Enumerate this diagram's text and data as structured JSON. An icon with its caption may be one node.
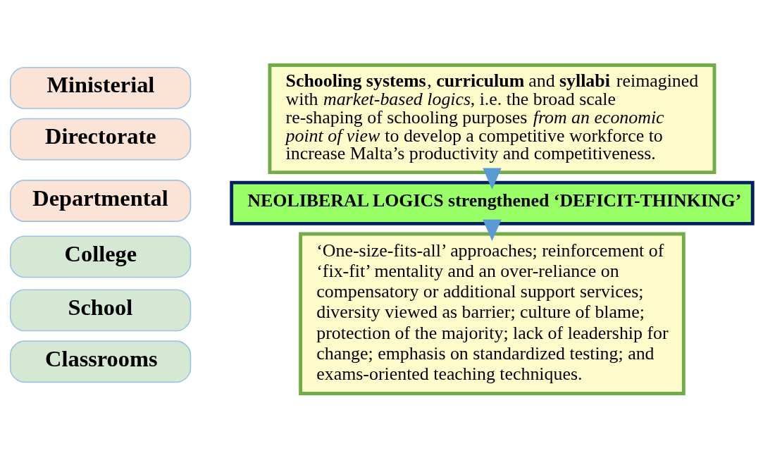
{
  "diagram": {
    "nodes": [
      {
        "text": [
          "Ministerial"
        ]
      },
      {
        "text": [
          "Directorate"
        ]
      },
      {
        "text": [
          "Departmental"
        ]
      },
      {
        "text": [
          "**Schooling systems**, **curriculum** and **syllabi** reimagined with *market-based logics*, i.e. the broad scale re-shaping of schooling purposes *from an economic point of view* to develop a competitive workforce to increase Malta’s productivity and competitiveness."
        ]
      },
      {
        "text": [
          "NEOLIBERAL LOGICS strengthened ‘DEFICIT-THINKING’"
        ]
      },
      {
        "text": [
          "College"
        ]
      },
      {
        "text": [
          "School"
        ]
      },
      {
        "text": [
          "Classrooms"
        ]
      },
      {
        "text": [
          "‘One-size-fits-all’ approaches; reinforcement of ‘fix-fit’ mentality and an over-reliance on compensatory or additional support services; diversity viewed as barrier; culture of blame; protection of the majority; lack of leadership for change; emphasis on standardized testing; and exams-oriented teaching techniques."
        ]
      }
    ],
    "edges": [
      {
        "from": 3,
        "to": 4,
        "arrow": "to"
      },
      {
        "from": 4,
        "to": 8,
        "arrow": "to"
      }
    ]
  }
}
